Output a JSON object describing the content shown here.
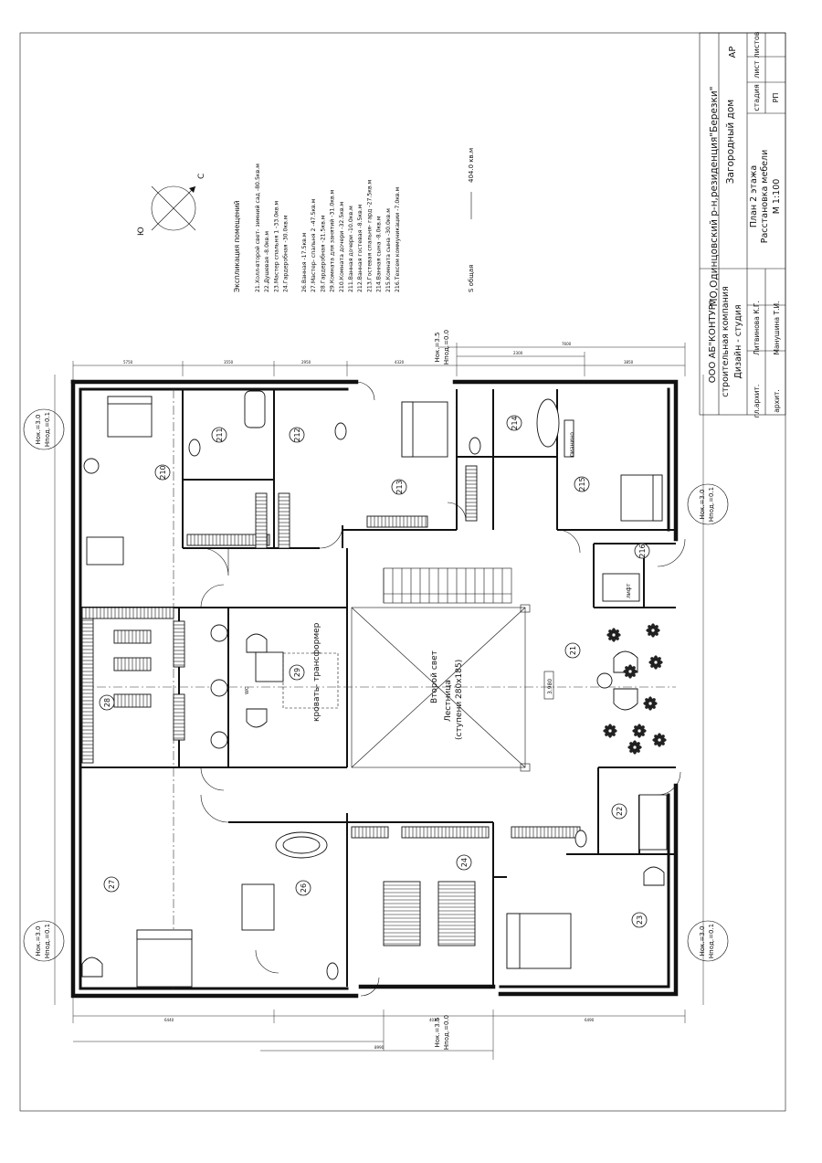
{
  "title_block": {
    "location": "МО,Одинцовский р-н,резиденция\"Березки\"",
    "object": "Загородный дом",
    "company_1": "ООО АБ\"КОНТУР\"",
    "company_2": "строительная компания",
    "company_3": "Дизайн - студия",
    "sheet_1": "План 2 этажа",
    "sheet_2": "Расстановка мебели",
    "scale": "М 1:100",
    "col_stage": "стадия",
    "col_sheet": "лист",
    "col_sheets": "листов",
    "stage_code": "АР",
    "stage_value": "РП",
    "role_1": "гл.архит.",
    "name_1": "Литвинова К.Г.",
    "role_2": "архит.",
    "name_2": "Манушина Т.И."
  },
  "legend": {
    "heading": "Экспликация помещений",
    "items": [
      "21.Холл-второй свет- зимний сад   -80.5кв.м",
      "22.Душевая                       -8.0кв.м",
      "23.Мастер спальня 1               -33.0кв.м",
      "24.Гардеробная                    -30.0кв.м",
      "26.Ванная                         -17.5кв.м",
      "27.Мастер- спальня 2              -47.5кв.м",
      "28.Гардеробная                    -21.5кв.м",
      "29.Комната для занятий            -31.0кв.м",
      "210.Комната дочери                -32.5кв.м",
      "211.Ванная дочери                 -10.0кв.м",
      "212.Ванная гостевая               -8.5кв.м",
      "213.Гостевая спальня- гард        -27.5кв.м",
      "214.Ванная сына                   -8.0кв.м",
      "215.Комната сына                  -30.0кв.м",
      "216.Техсем коммуникации           -7.0кв.м"
    ],
    "total_label": "S общая",
    "total_value": "404.0 кв.м"
  },
  "compass": {
    "north": "С",
    "south": "Ю"
  },
  "levels": {
    "nw": [
      "Нок.=3.0",
      "Нпод.=0.1"
    ],
    "sw": [
      "Нок.=3.0",
      "Нпод.=0.1"
    ],
    "ne": [
      "Нок.=3.0",
      "Нпод.=0.1"
    ],
    "se": [
      "Нок.=3.0",
      "Нпод.=0.1"
    ],
    "n_top": [
      "Нок.=3.5",
      "Нпод.=0.0"
    ],
    "n_bottom": [
      "Нок.=3.5",
      "Нпод.=0.0"
    ]
  },
  "rooms": [
    "210",
    "211",
    "212",
    "213",
    "214",
    "215",
    "216",
    "21",
    "22",
    "23",
    "24",
    "26",
    "27",
    "28",
    "29"
  ],
  "annotations": {
    "second_light": "Второй свет",
    "stair_1": "Лестница",
    "stair_2": "(ступени 280х185)",
    "bed_transformer": "кровать- трансформер",
    "piano": "пианино",
    "lift": "лифт",
    "beam": "3.980",
    "wc": "WC"
  }
}
